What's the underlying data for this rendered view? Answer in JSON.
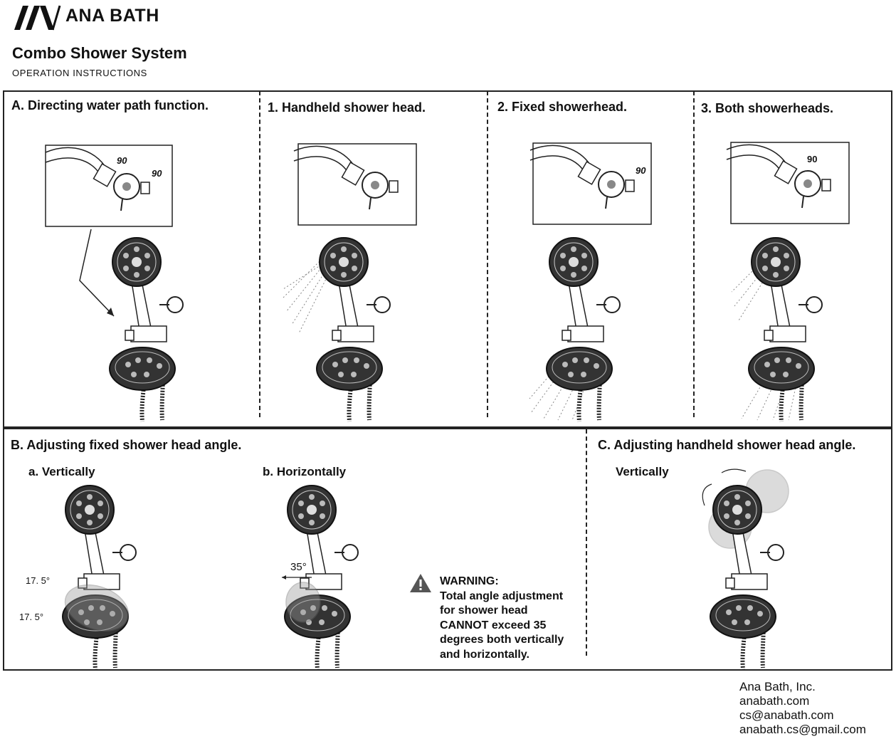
{
  "brand": {
    "name": "ANA BATH"
  },
  "header": {
    "title": "Combo Shower System",
    "subtitle": "OPERATION INSTRUCTIONS"
  },
  "section_a": {
    "title": "A. Directing water path function.",
    "steps": [
      {
        "label": "1. Handheld shower head."
      },
      {
        "label": "2. Fixed showerhead."
      },
      {
        "label": "3. Both showerheads."
      }
    ],
    "diverter_angles": [
      "90",
      "90"
    ]
  },
  "section_b": {
    "title": "B. Adjusting fixed shower head angle.",
    "vertical_label": "a. Vertically",
    "horizontal_label": "b. Horizontally",
    "vertical_angle_up": "17. 5",
    "vertical_angle_down": "17. 5",
    "horizontal_angle": "35"
  },
  "warning": {
    "icon": "warning-triangle-icon",
    "title": "WARNING:",
    "lines": [
      "Total angle adjustment",
      "for shower head",
      "CANNOT exceed 35",
      "degrees both vertically",
      "and horizontally."
    ]
  },
  "section_c": {
    "title": "C. Adjusting handheld shower head angle.",
    "vertical_label": "Vertically"
  },
  "contact": {
    "company": "Ana Bath, Inc.",
    "website": "anabath.com",
    "email": "cs@anabath.com",
    "alt_email": "anabath.cs@gmail.com"
  }
}
